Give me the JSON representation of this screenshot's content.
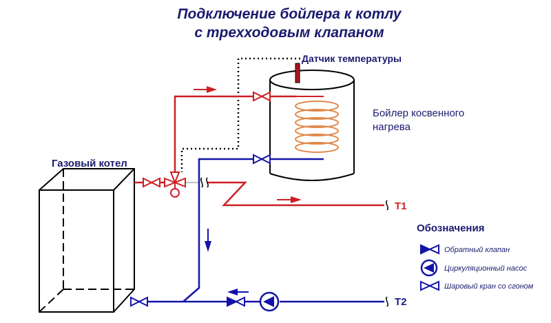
{
  "title": {
    "line1": "Подключение бойлера к котлу",
    "line2": "с трехходовым клапаном"
  },
  "labels": {
    "boiler_gas": "Газовый котел",
    "sensor": "Датчик температуры",
    "tank_line1": "Бойлер косвенного",
    "tank_line2": "нагрева",
    "t1": "Т1",
    "t2": "Т2"
  },
  "legend": {
    "title": "Обозначения",
    "items": [
      {
        "label": "Обратный клапан",
        "icon": "check-valve-icon"
      },
      {
        "label": "Циркуляционный насос",
        "icon": "circulation-pump-icon"
      },
      {
        "label": "Шаровый кран со сгоном",
        "icon": "ball-valve-icon"
      }
    ]
  },
  "colors": {
    "hot_line": "#cc1f24",
    "cold_line": "#1313a8",
    "coil": "#e0894a",
    "text": "#1a1a6e"
  }
}
